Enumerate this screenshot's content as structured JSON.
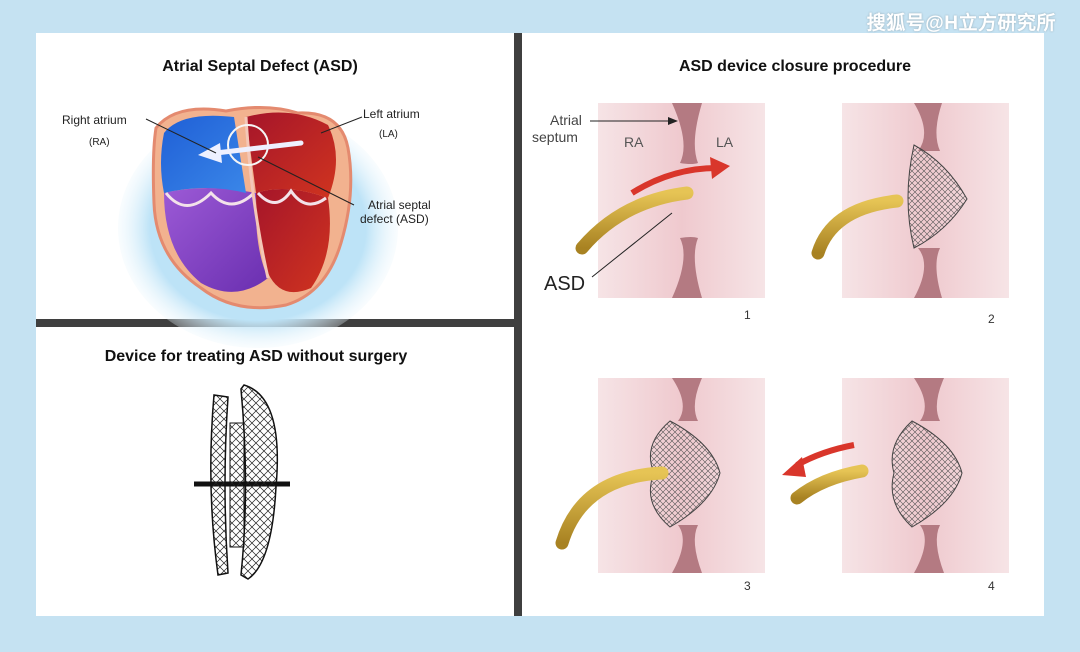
{
  "watermark": "搜狐号@H立方研究所",
  "panels": {
    "asd": {
      "title": "Atrial Septal Defect (ASD)",
      "labels": {
        "right_atrium": "Right atrium",
        "ra": "(RA)",
        "left_atrium": "Left atrium",
        "la": "(LA)",
        "defect_line1": "Atrial septal",
        "defect_line2": "defect (ASD)"
      }
    },
    "device": {
      "title": "Device for treating ASD without surgery"
    },
    "procedure": {
      "title": "ASD device closure procedure",
      "labels": {
        "septum_line1": "Atrial",
        "septum_line2": "septum",
        "ra": "RA",
        "la": "LA",
        "asd": "ASD"
      },
      "steps": [
        "1",
        "2",
        "3",
        "4"
      ]
    }
  },
  "colors": {
    "background": "#c5e2f2",
    "divider": "#3f3f3f",
    "catheter": "#c9a43a",
    "septum": "#b0707a",
    "tissue_bg": "#f3dcdf",
    "arrow_red": "#d9362b"
  }
}
